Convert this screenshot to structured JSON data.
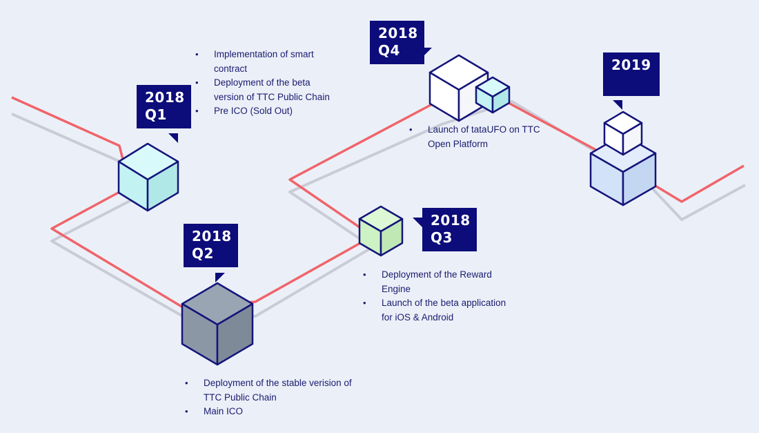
{
  "colors": {
    "background": "#ebf0f8",
    "track": "#f0646a",
    "shadow": "#c9ccd6",
    "tag": "#0c0c7a",
    "text": "#1a1a6e",
    "cube_outline": "#14147a"
  },
  "milestones": [
    {
      "id": "q1",
      "label_line1": "2018",
      "label_line2": "Q1",
      "cube_color": "#c3f2f2",
      "items": [
        "Implementation of smart contract",
        "Deployment of the beta version of TTC Public Chain",
        "Pre ICO (Sold Out)"
      ]
    },
    {
      "id": "q2",
      "label_line1": "2018",
      "label_line2": "Q2",
      "cube_color": "#8c97a6",
      "items": [
        "Deployment of the stable verision of TTC Public Chain",
        "Main ICO"
      ]
    },
    {
      "id": "q3",
      "label_line1": "2018",
      "label_line2": "Q3",
      "cube_color": "#cdf2c4",
      "items": [
        "Deployment of the Reward Engine",
        "Launch of the beta application for iOS & Android"
      ]
    },
    {
      "id": "q4",
      "label_line1": "2018",
      "label_line2": "Q4",
      "cube_color": "#ffffff",
      "small_cube_color": "#c3f2f2",
      "items": [
        "Launch of tataUFO on TTC Open Platform"
      ]
    },
    {
      "id": "y2019",
      "label_line1": "2019",
      "label_line2": "",
      "cube_color": "#d2e2f8",
      "small_cube_color": "#ffffff",
      "items": []
    }
  ]
}
